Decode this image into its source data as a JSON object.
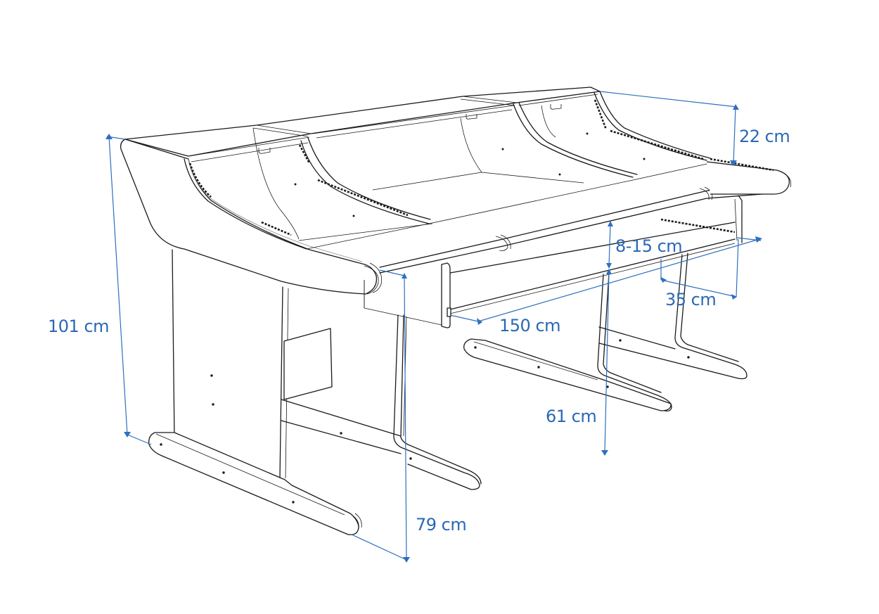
{
  "diagram": {
    "subject": "studio desk with monitor bridge and keyboard tray",
    "style": "isometric line drawing",
    "line_color": "#1a1a1a",
    "dimension_color": "#2e6fbf"
  },
  "dimensions": {
    "total_height": {
      "label": "101 cm"
    },
    "bridge_height": {
      "label": "22 cm"
    },
    "tray_gap": {
      "label": "8-15 cm"
    },
    "tray_depth": {
      "label": "35 cm"
    },
    "tray_width": {
      "label": "150 cm"
    },
    "desk_height": {
      "label": "79 cm"
    },
    "tray_height": {
      "label": "61 cm"
    }
  }
}
